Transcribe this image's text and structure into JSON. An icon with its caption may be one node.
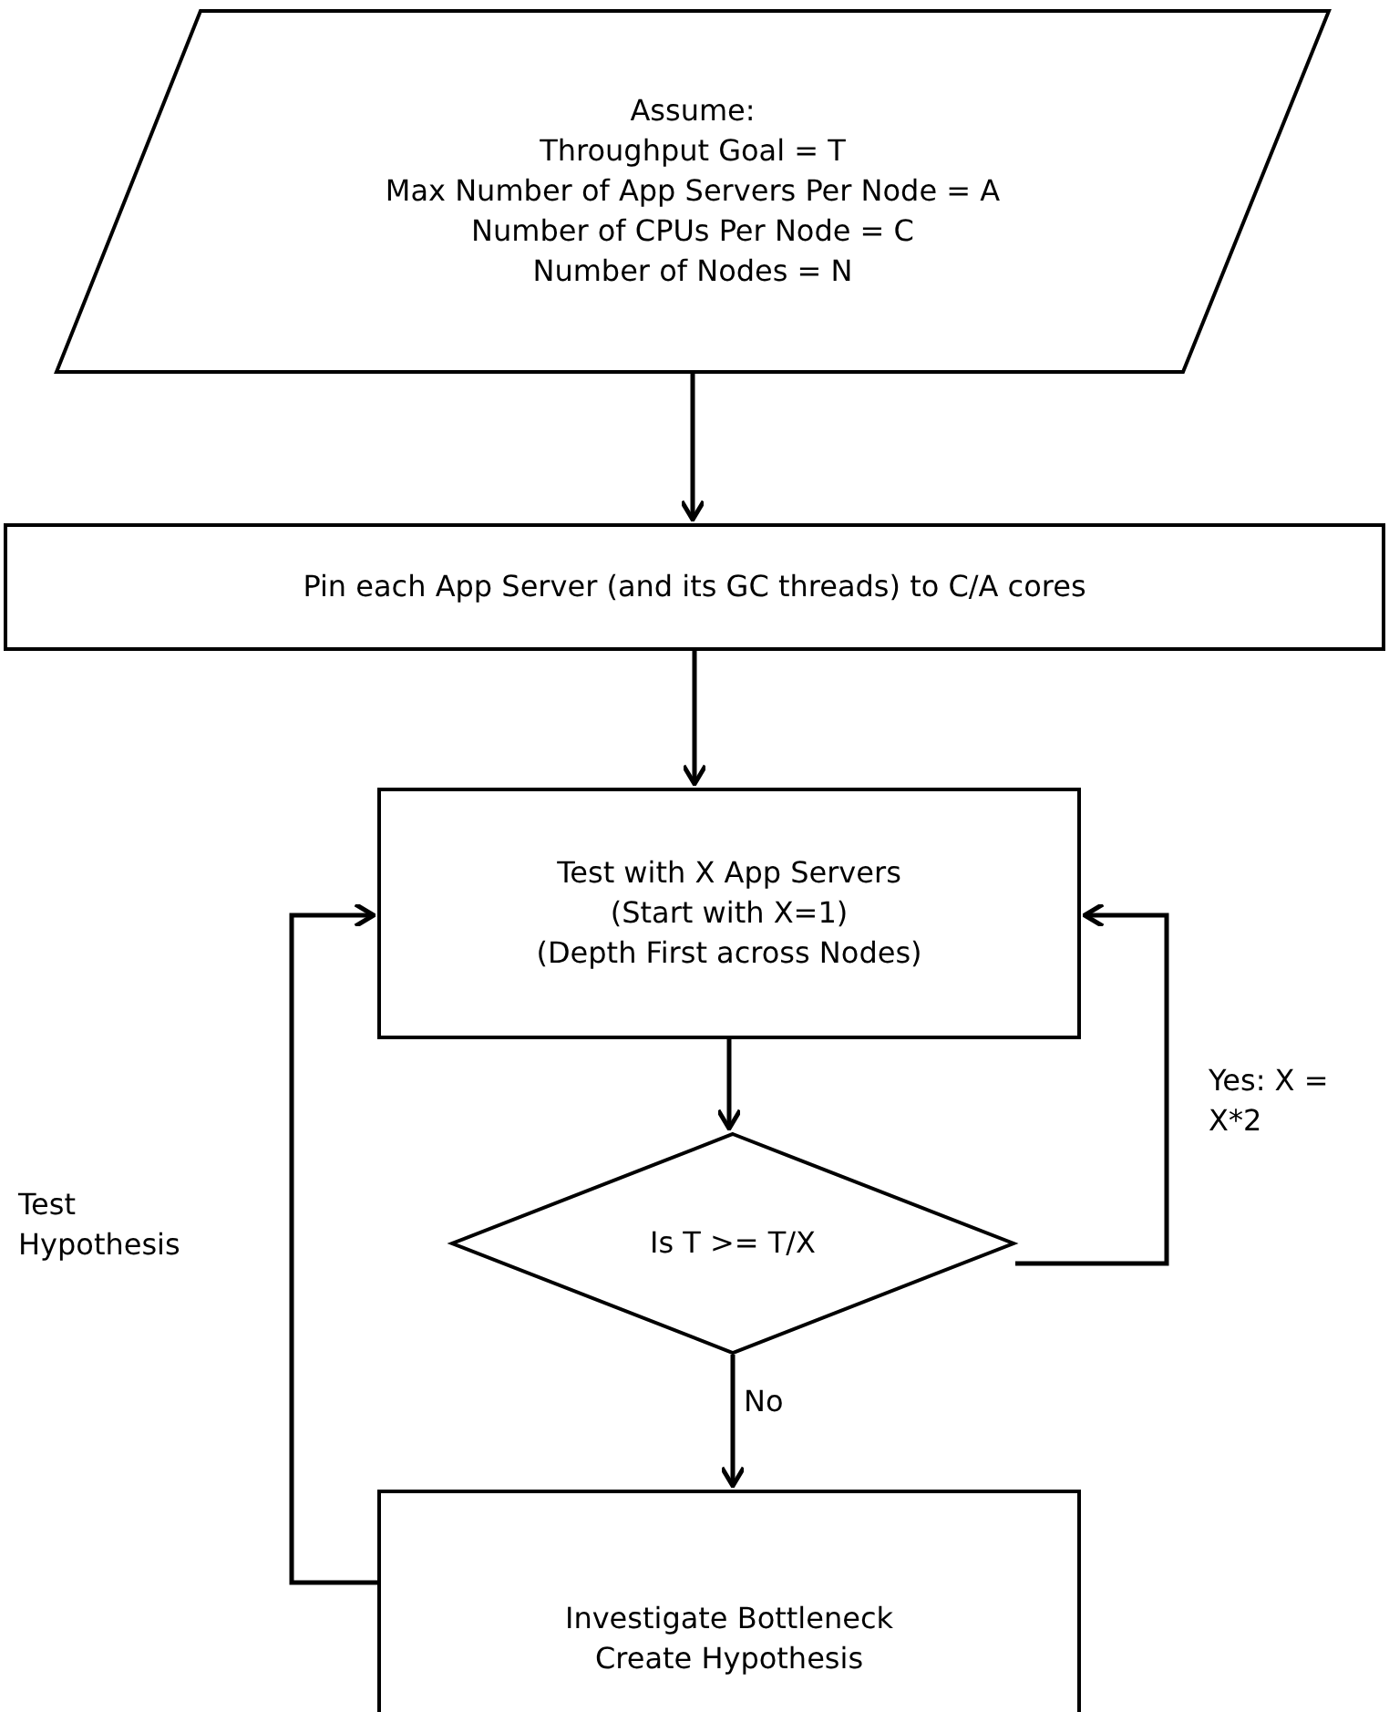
{
  "diagram": {
    "nodes": [
      {
        "text": [
          "Assume:",
          "Throughput Goal = T",
          "Max Number of App Servers Per Node = A",
          "Number of CPUs Per Node = C",
          "Number of Nodes = N"
        ]
      },
      {
        "text": [
          "Pin each App Server (and its GC threads) to C/A cores"
        ]
      },
      {
        "text": [
          "Test with X App Servers",
          "(Start with X=1)",
          "(Depth First across Nodes)"
        ]
      },
      {
        "text": [
          "Is T >= T/X"
        ]
      },
      {
        "text": [
          "Investigate Bottleneck",
          "Create Hypothesis"
        ]
      }
    ],
    "edges": [
      {
        "from": 0,
        "to": 1,
        "arrow": "to"
      },
      {
        "from": 1,
        "to": 2,
        "arrow": "to"
      },
      {
        "from": 2,
        "to": 3,
        "arrow": "to"
      },
      {
        "from": 3,
        "to": 2,
        "arrow": "to",
        "label": "Yes: X = X*2"
      },
      {
        "from": 3,
        "to": 4,
        "arrow": "to",
        "label": "No"
      },
      {
        "from": 4,
        "to": 2,
        "arrow": "to",
        "label": "Test Hypothesis"
      }
    ]
  }
}
